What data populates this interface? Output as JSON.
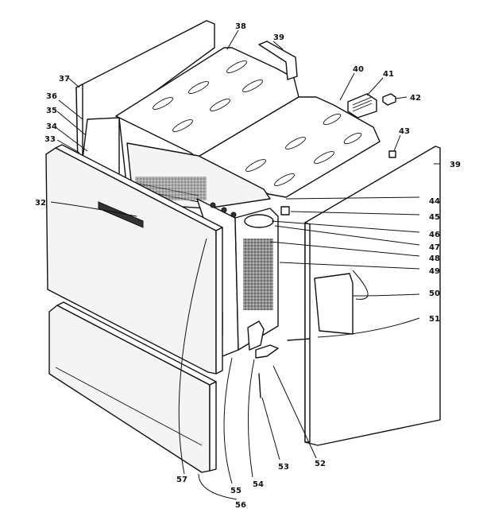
{
  "labels": {
    "p32": "32",
    "p33": "33",
    "p34": "34",
    "p35": "35",
    "p36": "36",
    "p37": "37",
    "p38": "38",
    "p39a": "39",
    "p39b": "39",
    "p40": "40",
    "p41": "41",
    "p42": "42",
    "p43": "43",
    "p44": "44",
    "p45": "45",
    "p46": "46",
    "p47": "47",
    "p48": "48",
    "p49": "49",
    "p50": "50",
    "p51": "51",
    "p52": "52",
    "p53": "53",
    "p54": "54",
    "p55": "55",
    "p56": "56",
    "p57": "57"
  }
}
